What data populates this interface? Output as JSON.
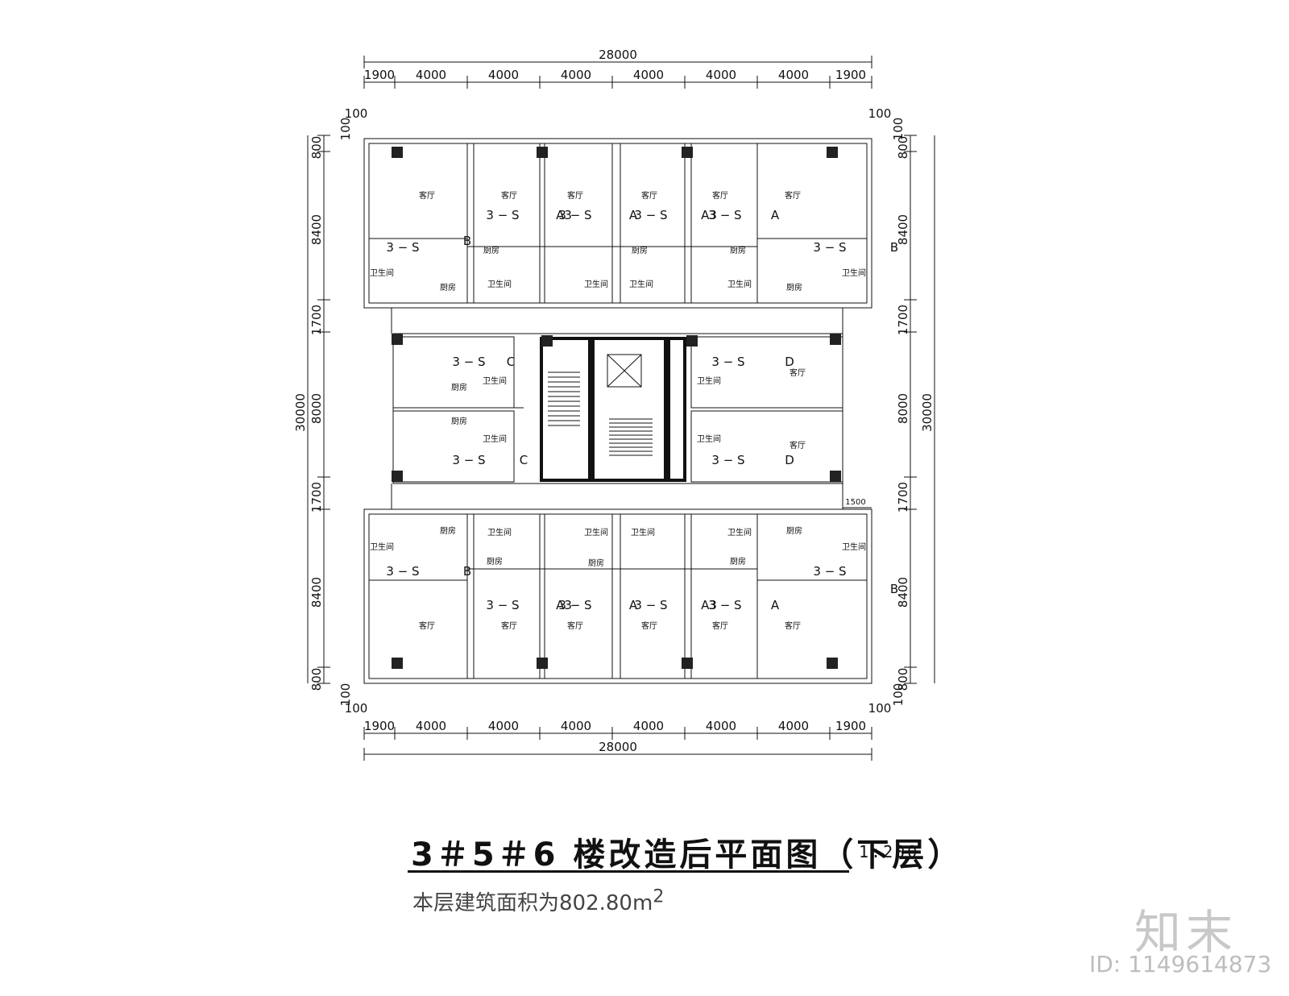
{
  "drawing": {
    "title": "3＃5＃6 楼改造后平面图（下层）",
    "scale": "1:200",
    "area_text": "本层建筑面积为802.80m",
    "area_unit_sup": "2"
  },
  "dimensions": {
    "top_total": "28000",
    "bottom_total": "28000",
    "col_edge": "1900",
    "col_bay": "4000",
    "offset": "100",
    "side_total": "30000",
    "wing": "8400",
    "balcony": "800",
    "gap": "1700",
    "core": "8000",
    "corridor": "1500"
  },
  "rooms": {
    "living": "客厅",
    "kitchen": "厨房",
    "bath": "卫生间",
    "unit_s": "3 − S",
    "unit_a": "A",
    "unit_a3": "A3",
    "unit_b": "B",
    "unit_c": "C",
    "unit_d": "D"
  },
  "watermark": {
    "brand": "知末",
    "id": "ID: 1149614873"
  }
}
